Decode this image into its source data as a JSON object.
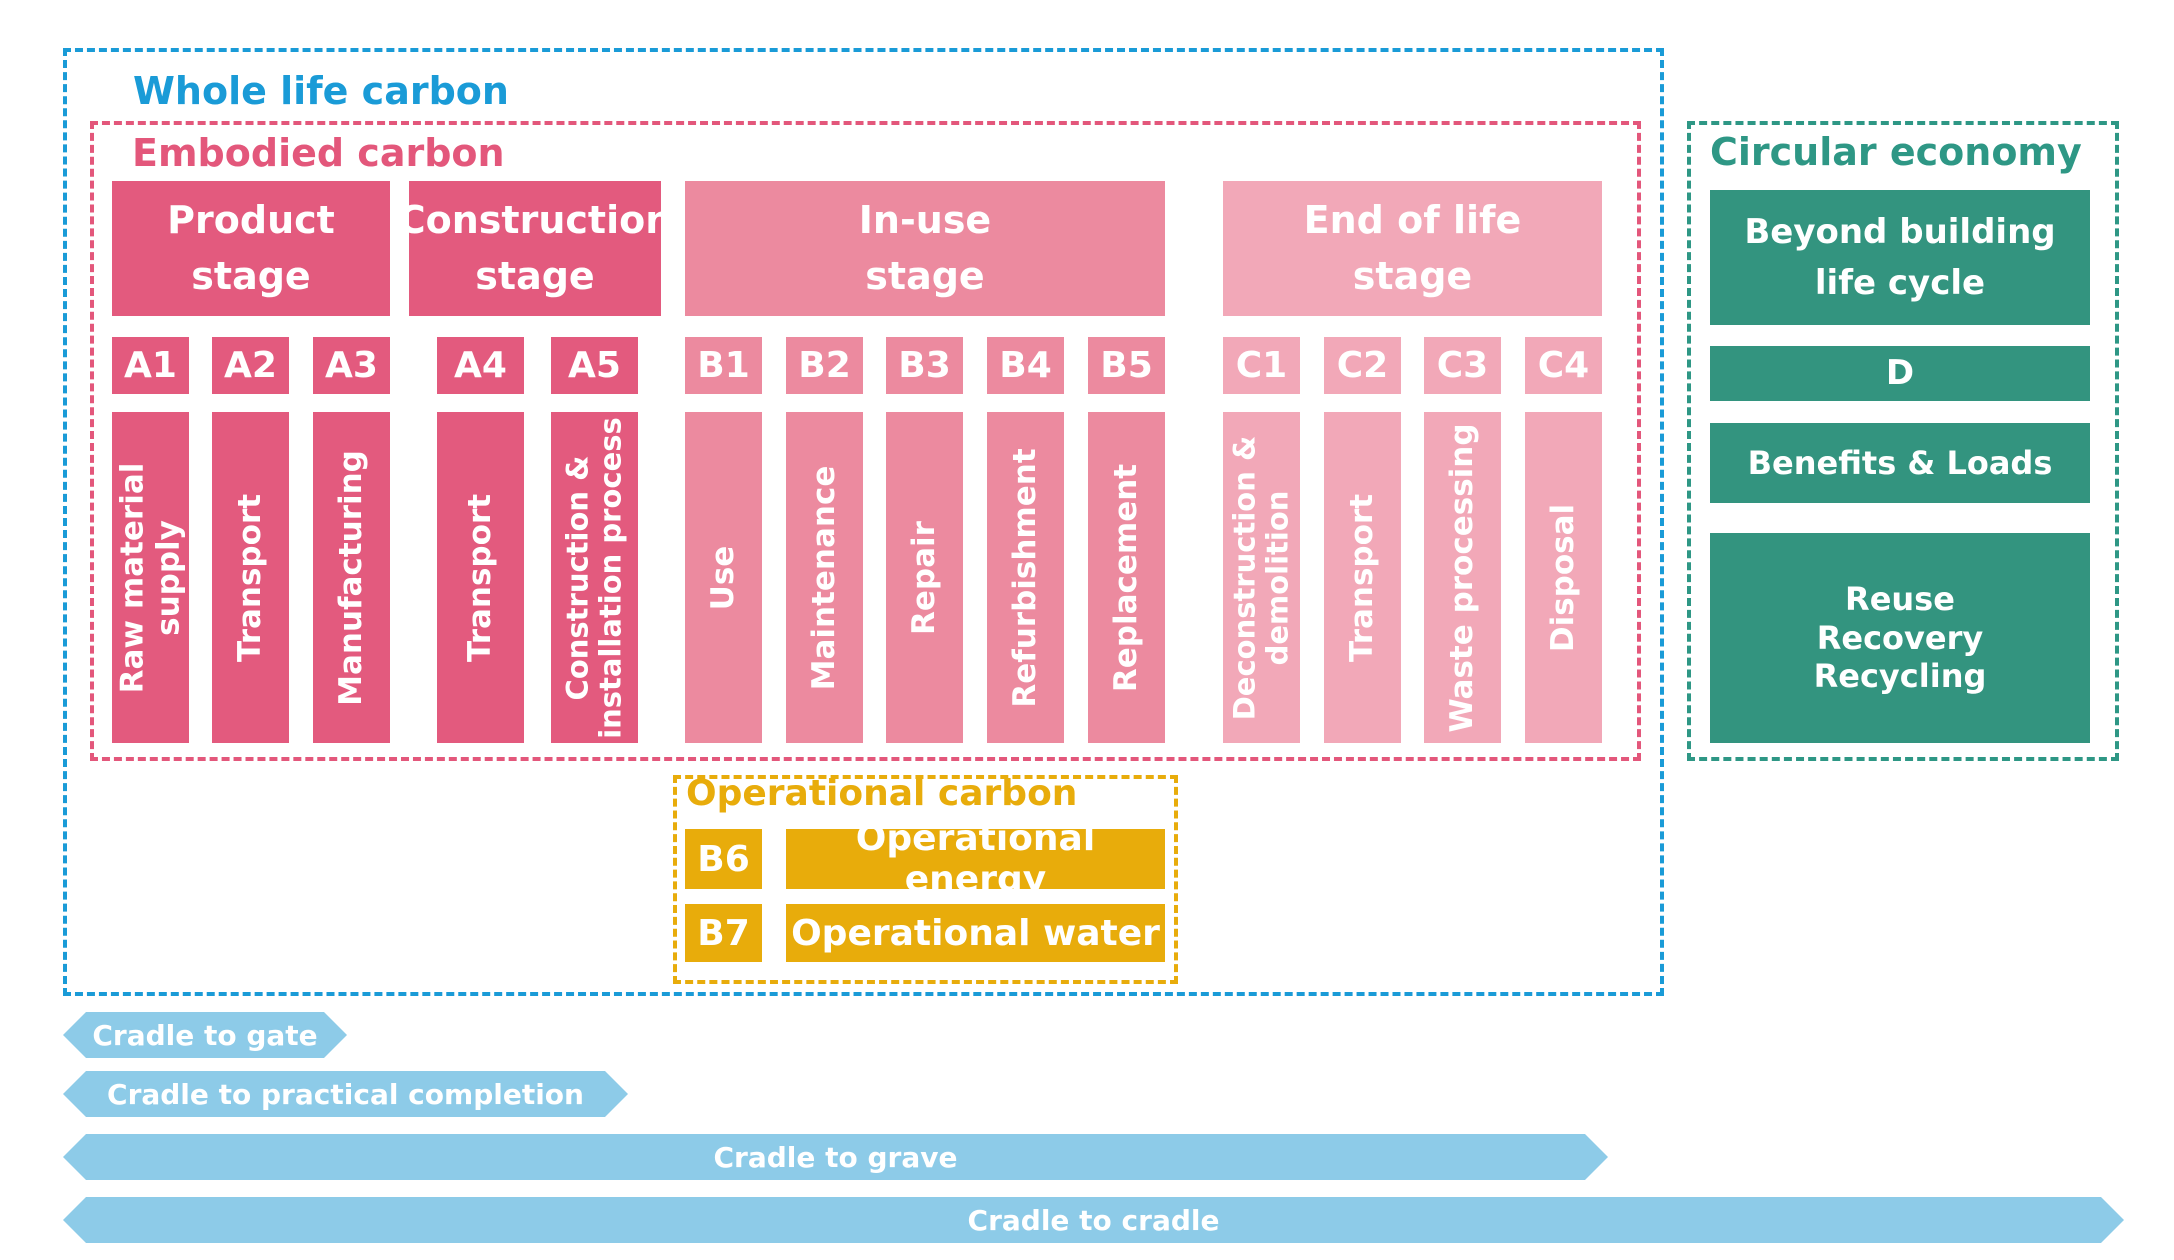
{
  "colors": {
    "whole_life": "#1a9bd7",
    "embodied": "#e3577b",
    "operational": "#e8ac0b",
    "circular": "#2e9785",
    "dark_pink": "#e35a7e",
    "mid_pink": "#ec8a9f",
    "light_pink": "#f2a8b8",
    "gold": "#e8ac0b",
    "teal": "#33947f",
    "arrow": "#8dcbe8"
  },
  "whole_life_title": "Whole life carbon",
  "embodied_title": "Embodied carbon",
  "operational_title": "Operational carbon",
  "circular_title": "Circular economy",
  "stages": [
    {
      "lines": [
        "Product",
        "stage"
      ]
    },
    {
      "lines": [
        "Construction",
        "stage"
      ]
    },
    {
      "lines": [
        "In-use",
        "stage"
      ]
    },
    {
      "lines": [
        "End of life",
        "stage"
      ]
    }
  ],
  "modules": [
    {
      "code": "A1",
      "lines": [
        "Raw material",
        "supply"
      ]
    },
    {
      "code": "A2",
      "lines": [
        "Transport"
      ]
    },
    {
      "code": "A3",
      "lines": [
        "Manufacturing"
      ]
    },
    {
      "code": "A4",
      "lines": [
        "Transport"
      ]
    },
    {
      "code": "A5",
      "lines": [
        "Construction &",
        "installation process"
      ]
    },
    {
      "code": "B1",
      "lines": [
        "Use"
      ]
    },
    {
      "code": "B2",
      "lines": [
        "Maintenance"
      ]
    },
    {
      "code": "B3",
      "lines": [
        "Repair"
      ]
    },
    {
      "code": "B4",
      "lines": [
        "Refurbishment"
      ]
    },
    {
      "code": "B5",
      "lines": [
        "Replacement"
      ]
    },
    {
      "code": "C1",
      "lines": [
        "Deconstruction &",
        "demolition"
      ]
    },
    {
      "code": "C2",
      "lines": [
        "Transport"
      ]
    },
    {
      "code": "C3",
      "lines": [
        "Waste processing"
      ]
    },
    {
      "code": "C4",
      "lines": [
        "Disposal"
      ]
    }
  ],
  "operational": [
    {
      "code": "B6",
      "label": "Operational energy"
    },
    {
      "code": "B7",
      "label": "Operational water"
    }
  ],
  "circular": {
    "header": [
      "Beyond building",
      "life cycle"
    ],
    "code": "D",
    "benefits": "Benefits & Loads",
    "items": [
      "Reuse",
      "Recovery",
      "Recycling"
    ]
  },
  "scopes": [
    "Cradle to gate",
    "Cradle to practical completion",
    "Cradle to grave",
    "Cradle to cradle"
  ]
}
